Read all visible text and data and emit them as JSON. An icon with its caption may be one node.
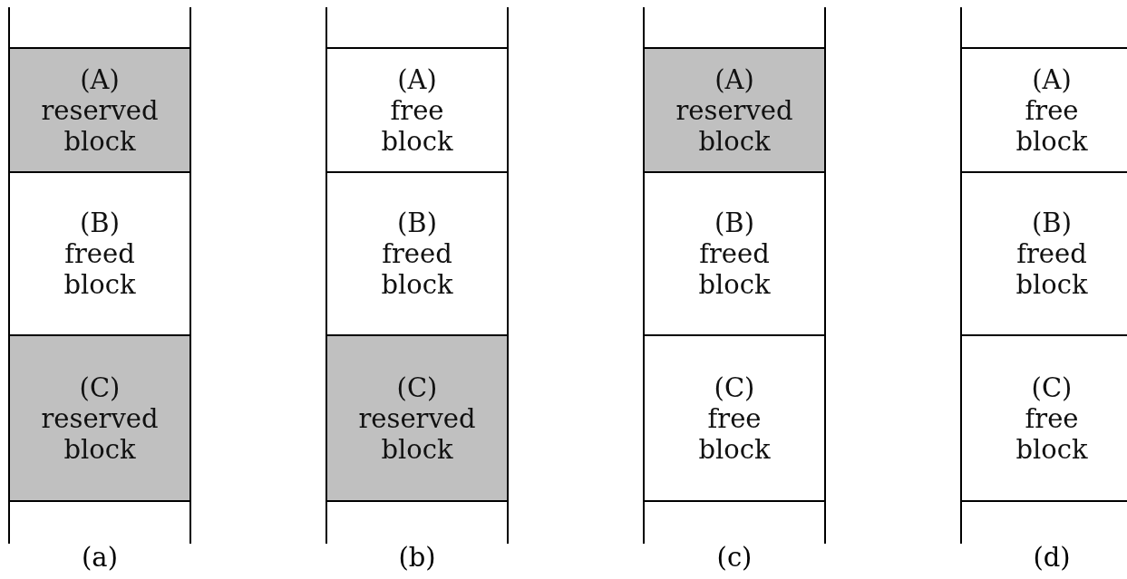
{
  "diagram": {
    "nodes": [
      {
        "text": [
          "(A)",
          "reserved block"
        ]
      },
      {
        "text": [
          "(B)",
          "freed block"
        ]
      },
      {
        "text": [
          "(C)",
          "reserved block"
        ]
      },
      {
        "text": [
          "(A)",
          "free block"
        ]
      },
      {
        "text": [
          "(B)",
          "freed block"
        ]
      },
      {
        "text": [
          "(C)",
          "reserved block"
        ]
      },
      {
        "text": [
          "(A)",
          "reserved block"
        ]
      },
      {
        "text": [
          "(B)",
          "freed block"
        ]
      },
      {
        "text": [
          "(C)",
          "free block"
        ]
      },
      {
        "text": [
          "(A)",
          "free block"
        ]
      },
      {
        "text": [
          "(B)",
          "freed block"
        ]
      },
      {
        "text": [
          "(C)",
          "free block"
        ]
      }
    ],
    "edges": [],
    "labels": [
      "(a)",
      "(b)",
      "(c)",
      "(d)"
    ]
  }
}
